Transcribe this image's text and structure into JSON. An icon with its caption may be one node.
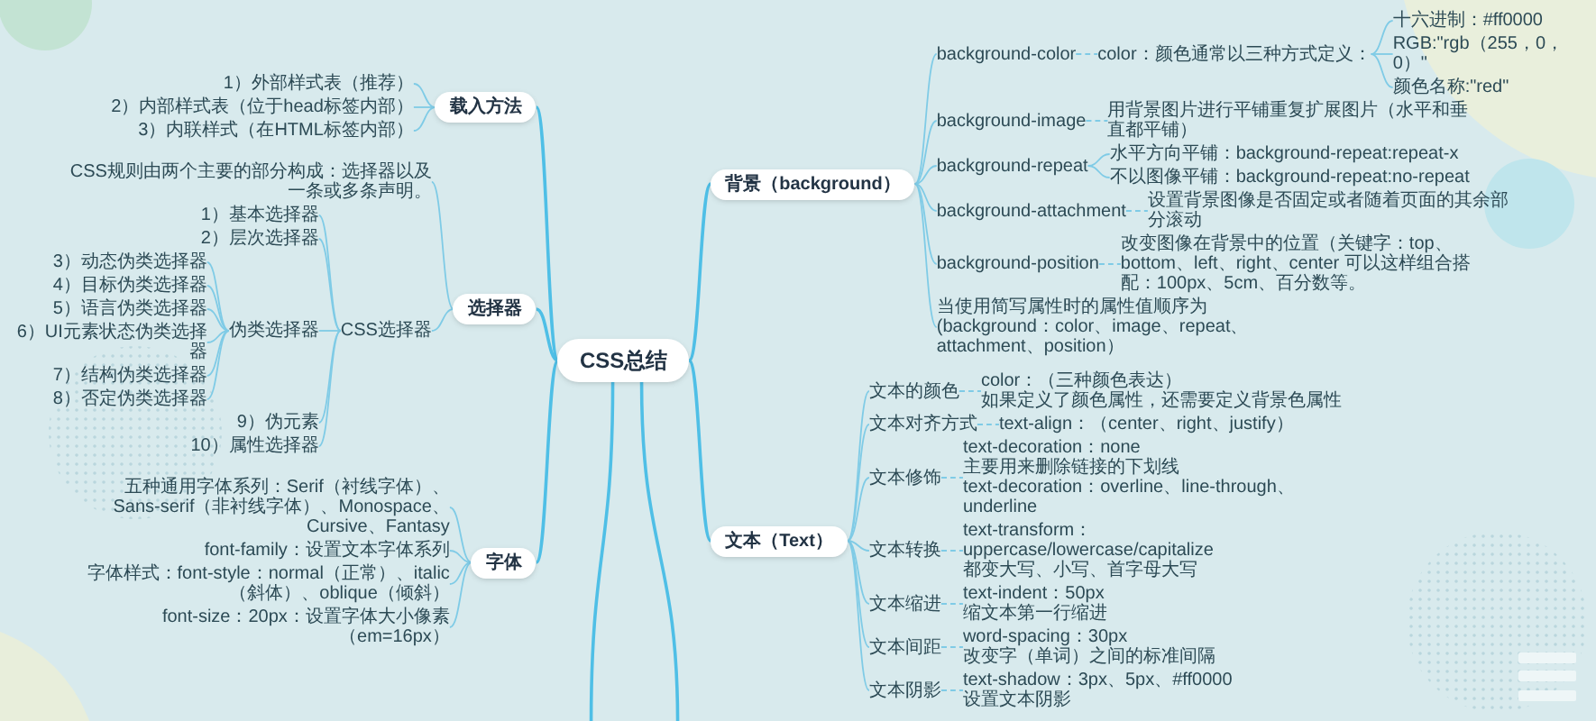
{
  "diagram": {
    "nodes": [
      {
        "text": [
          "CSS总结"
        ]
      },
      {
        "text": [
          "载入方法"
        ]
      },
      {
        "text": [
          "1）外部样式表（推荐）"
        ]
      },
      {
        "text": [
          "2）内部样式表（位于head标签内部）"
        ]
      },
      {
        "text": [
          "3）内联样式（在HTML标签内部）"
        ]
      },
      {
        "text": [
          "选择器"
        ]
      },
      {
        "text": [
          "CSS规则由两个主要的部分构成：选择器以及一条或多条声明。"
        ]
      },
      {
        "text": [
          "CSS选择器"
        ]
      },
      {
        "text": [
          "1）基本选择器"
        ]
      },
      {
        "text": [
          "2）层次选择器"
        ]
      },
      {
        "text": [
          "伪类选择器"
        ]
      },
      {
        "text": [
          "3）动态伪类选择器"
        ]
      },
      {
        "text": [
          "4）目标伪类选择器"
        ]
      },
      {
        "text": [
          "5）语言伪类选择器"
        ]
      },
      {
        "text": [
          "6）UI元素状态伪类选择器"
        ]
      },
      {
        "text": [
          "7）结构伪类选择器"
        ]
      },
      {
        "text": [
          "8）否定伪类选择器"
        ]
      },
      {
        "text": [
          "9）伪元素"
        ]
      },
      {
        "text": [
          "10）属性选择器"
        ]
      },
      {
        "text": [
          "背景（background）"
        ]
      },
      {
        "text": [
          "background-color"
        ]
      },
      {
        "text": [
          "color：颜色通常以三种方式定义："
        ]
      },
      {
        "text": [
          "十六进制：#ff0000"
        ]
      },
      {
        "text": [
          "RGB:\"rgb（255，0，0）\""
        ]
      },
      {
        "text": [
          "颜色名称:\"red\""
        ]
      },
      {
        "text": [
          "background-image"
        ]
      },
      {
        "text": [
          "用背景图片进行平铺重复扩展图片（水平和垂直都平铺）"
        ]
      },
      {
        "text": [
          "background-repeat"
        ]
      },
      {
        "text": [
          "水平方向平铺：background-repeat:repeat-x"
        ]
      },
      {
        "text": [
          "不以图像平铺：background-repeat:no-repeat"
        ]
      },
      {
        "text": [
          "background-attachment"
        ]
      },
      {
        "text": [
          "设置背景图像是否固定或者随着页面的其余部分滚动"
        ]
      },
      {
        "text": [
          "background-position"
        ]
      },
      {
        "text": [
          "改变图像在背景中的位置（关键字：top、bottom、left、right、center 可以这样组合搭配：100px、5cm、百分数等。"
        ]
      },
      {
        "text": [
          "当使用简写属性时的属性值顺序为(background：color、image、repeat、attachment、position）"
        ]
      },
      {
        "text": [
          "文本（Text）"
        ]
      },
      {
        "text": [
          "文本的颜色"
        ]
      },
      {
        "text": [
          "color：（三种颜色表达）",
          "如果定义了颜色属性，还需要定义背景色属性"
        ]
      },
      {
        "text": [
          "文本对齐方式"
        ]
      },
      {
        "text": [
          "text-align：（center、right、justify）"
        ]
      },
      {
        "text": [
          "文本修饰"
        ]
      },
      {
        "text": [
          "text-decoration：none",
          "主要用来删除链接的下划线",
          "text-decoration：overline、line-through、underline"
        ]
      },
      {
        "text": [
          "文本转换"
        ]
      },
      {
        "text": [
          "text-transform：uppercase/lowercase/capitalize",
          "都变大写、小写、首字母大写"
        ]
      },
      {
        "text": [
          "文本缩进"
        ]
      },
      {
        "text": [
          "text-indent：50px",
          "缩文本第一行缩进"
        ]
      },
      {
        "text": [
          "文本间距"
        ]
      },
      {
        "text": [
          "word-spacing：30px",
          "改变字（单词）之间的标准间隔"
        ]
      },
      {
        "text": [
          "文本阴影"
        ]
      },
      {
        "text": [
          "text-shadow：3px、5px、#ff0000",
          "设置文本阴影"
        ]
      },
      {
        "text": [
          "字体"
        ]
      },
      {
        "text": [
          "五种通用字体系列：Serif（衬线字体）、Sans-serif（非衬线字体）、Monospace、Cursive、Fantasy"
        ]
      },
      {
        "text": [
          "font-family：设置文本字体系列"
        ]
      },
      {
        "text": [
          "字体样式：font-style：normal（正常）、italic（斜体）、oblique（倾斜）"
        ]
      },
      {
        "text": [
          "font-size：20px：设置字体大小像素（em=16px）"
        ]
      }
    ],
    "edges": [
      {
        "from": 0,
        "to": 1,
        "arrow": "none"
      },
      {
        "from": 1,
        "to": 2,
        "arrow": "none"
      },
      {
        "from": 1,
        "to": 3,
        "arrow": "none"
      },
      {
        "from": 1,
        "to": 4,
        "arrow": "none"
      },
      {
        "from": 0,
        "to": 5,
        "arrow": "none"
      },
      {
        "from": 5,
        "to": 6,
        "arrow": "none"
      },
      {
        "from": 5,
        "to": 7,
        "arrow": "none"
      },
      {
        "from": 7,
        "to": 8,
        "arrow": "none"
      },
      {
        "from": 7,
        "to": 9,
        "arrow": "none"
      },
      {
        "from": 7,
        "to": 10,
        "arrow": "none"
      },
      {
        "from": 10,
        "to": 11,
        "arrow": "none"
      },
      {
        "from": 10,
        "to": 12,
        "arrow": "none"
      },
      {
        "from": 10,
        "to": 13,
        "arrow": "none"
      },
      {
        "from": 10,
        "to": 14,
        "arrow": "none"
      },
      {
        "from": 10,
        "to": 15,
        "arrow": "none"
      },
      {
        "from": 10,
        "to": 16,
        "arrow": "none"
      },
      {
        "from": 7,
        "to": 17,
        "arrow": "none"
      },
      {
        "from": 7,
        "to": 18,
        "arrow": "none"
      },
      {
        "from": 0,
        "to": 19,
        "arrow": "none"
      },
      {
        "from": 19,
        "to": 20,
        "arrow": "none"
      },
      {
        "from": 20,
        "to": 21,
        "arrow": "none",
        "style": "dashed"
      },
      {
        "from": 21,
        "to": 22,
        "arrow": "none"
      },
      {
        "from": 21,
        "to": 23,
        "arrow": "none"
      },
      {
        "from": 21,
        "to": 24,
        "arrow": "none"
      },
      {
        "from": 19,
        "to": 25,
        "arrow": "none"
      },
      {
        "from": 25,
        "to": 26,
        "arrow": "none",
        "style": "dashed"
      },
      {
        "from": 19,
        "to": 27,
        "arrow": "none"
      },
      {
        "from": 27,
        "to": 28,
        "arrow": "none"
      },
      {
        "from": 27,
        "to": 29,
        "arrow": "none"
      },
      {
        "from": 19,
        "to": 30,
        "arrow": "none"
      },
      {
        "from": 30,
        "to": 31,
        "arrow": "none",
        "style": "dashed"
      },
      {
        "from": 19,
        "to": 32,
        "arrow": "none"
      },
      {
        "from": 32,
        "to": 33,
        "arrow": "none",
        "style": "dashed"
      },
      {
        "from": 19,
        "to": 34,
        "arrow": "none"
      },
      {
        "from": 0,
        "to": 35,
        "arrow": "none"
      },
      {
        "from": 35,
        "to": 36,
        "arrow": "none"
      },
      {
        "from": 36,
        "to": 37,
        "arrow": "none",
        "style": "dashed"
      },
      {
        "from": 35,
        "to": 38,
        "arrow": "none"
      },
      {
        "from": 38,
        "to": 39,
        "arrow": "none",
        "style": "dashed"
      },
      {
        "from": 35,
        "to": 40,
        "arrow": "none"
      },
      {
        "from": 40,
        "to": 41,
        "arrow": "none",
        "style": "dashed"
      },
      {
        "from": 35,
        "to": 42,
        "arrow": "none"
      },
      {
        "from": 42,
        "to": 43,
        "arrow": "none",
        "style": "dashed"
      },
      {
        "from": 35,
        "to": 44,
        "arrow": "none"
      },
      {
        "from": 44,
        "to": 45,
        "arrow": "none",
        "style": "dashed"
      },
      {
        "from": 35,
        "to": 46,
        "arrow": "none"
      },
      {
        "from": 46,
        "to": 47,
        "arrow": "none",
        "style": "dashed"
      },
      {
        "from": 35,
        "to": 48,
        "arrow": "none"
      },
      {
        "from": 48,
        "to": 49,
        "arrow": "none",
        "style": "dashed"
      },
      {
        "from": 0,
        "to": 50,
        "arrow": "none"
      },
      {
        "from": 50,
        "to": 51,
        "arrow": "none"
      },
      {
        "from": 50,
        "to": 52,
        "arrow": "none"
      },
      {
        "from": 50,
        "to": 53,
        "arrow": "none"
      },
      {
        "from": 50,
        "to": 54,
        "arrow": "none"
      },
      {
        "from": 0,
        "to": null,
        "arrow": "none"
      },
      {
        "from": 0,
        "to": null,
        "arrow": "none"
      }
    ]
  }
}
